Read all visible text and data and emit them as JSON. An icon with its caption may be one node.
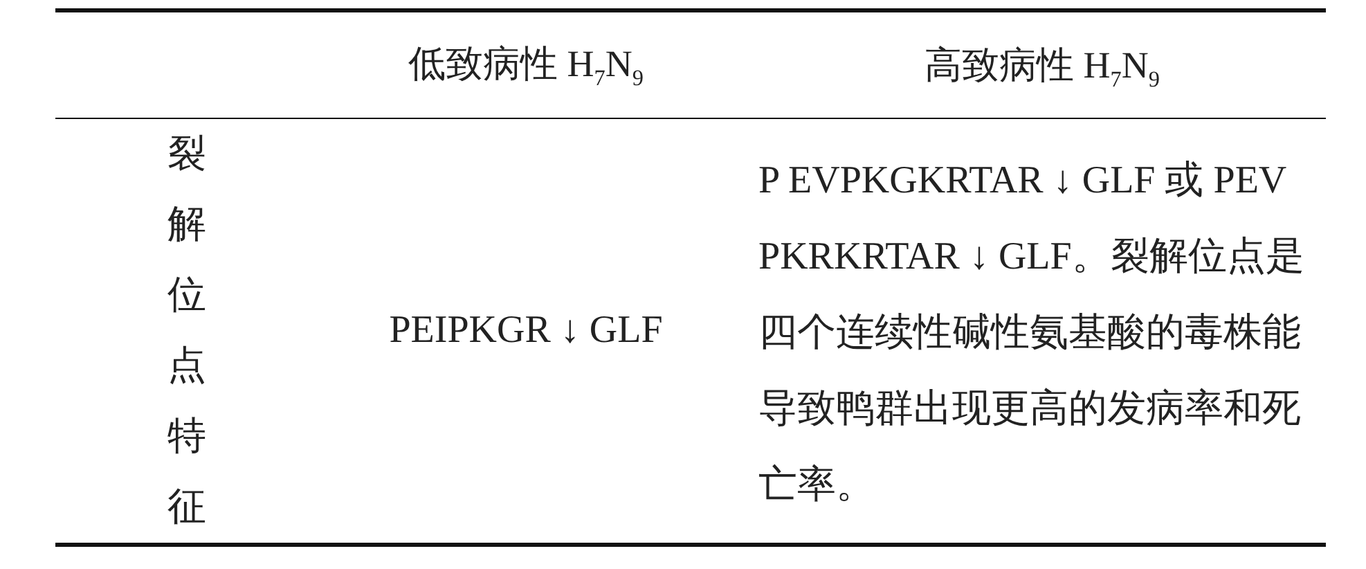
{
  "diagram": {
    "labels": [
      "低致病性 H$_{7}$N$_{9}$",
      "高致病性 H$_{7}$N$_{9}$",
      "裂解位点特征",
      "PEIPKGR ↓ GLF",
      "P EVPKGKRTAR ↓ GLF 或 PEVPKRKRTAR ↓ GLF。裂解位点是四个连续性碱性氨基酸的毒株能导致鸭群出现更高的发病率和死亡率。"
    ]
  }
}
